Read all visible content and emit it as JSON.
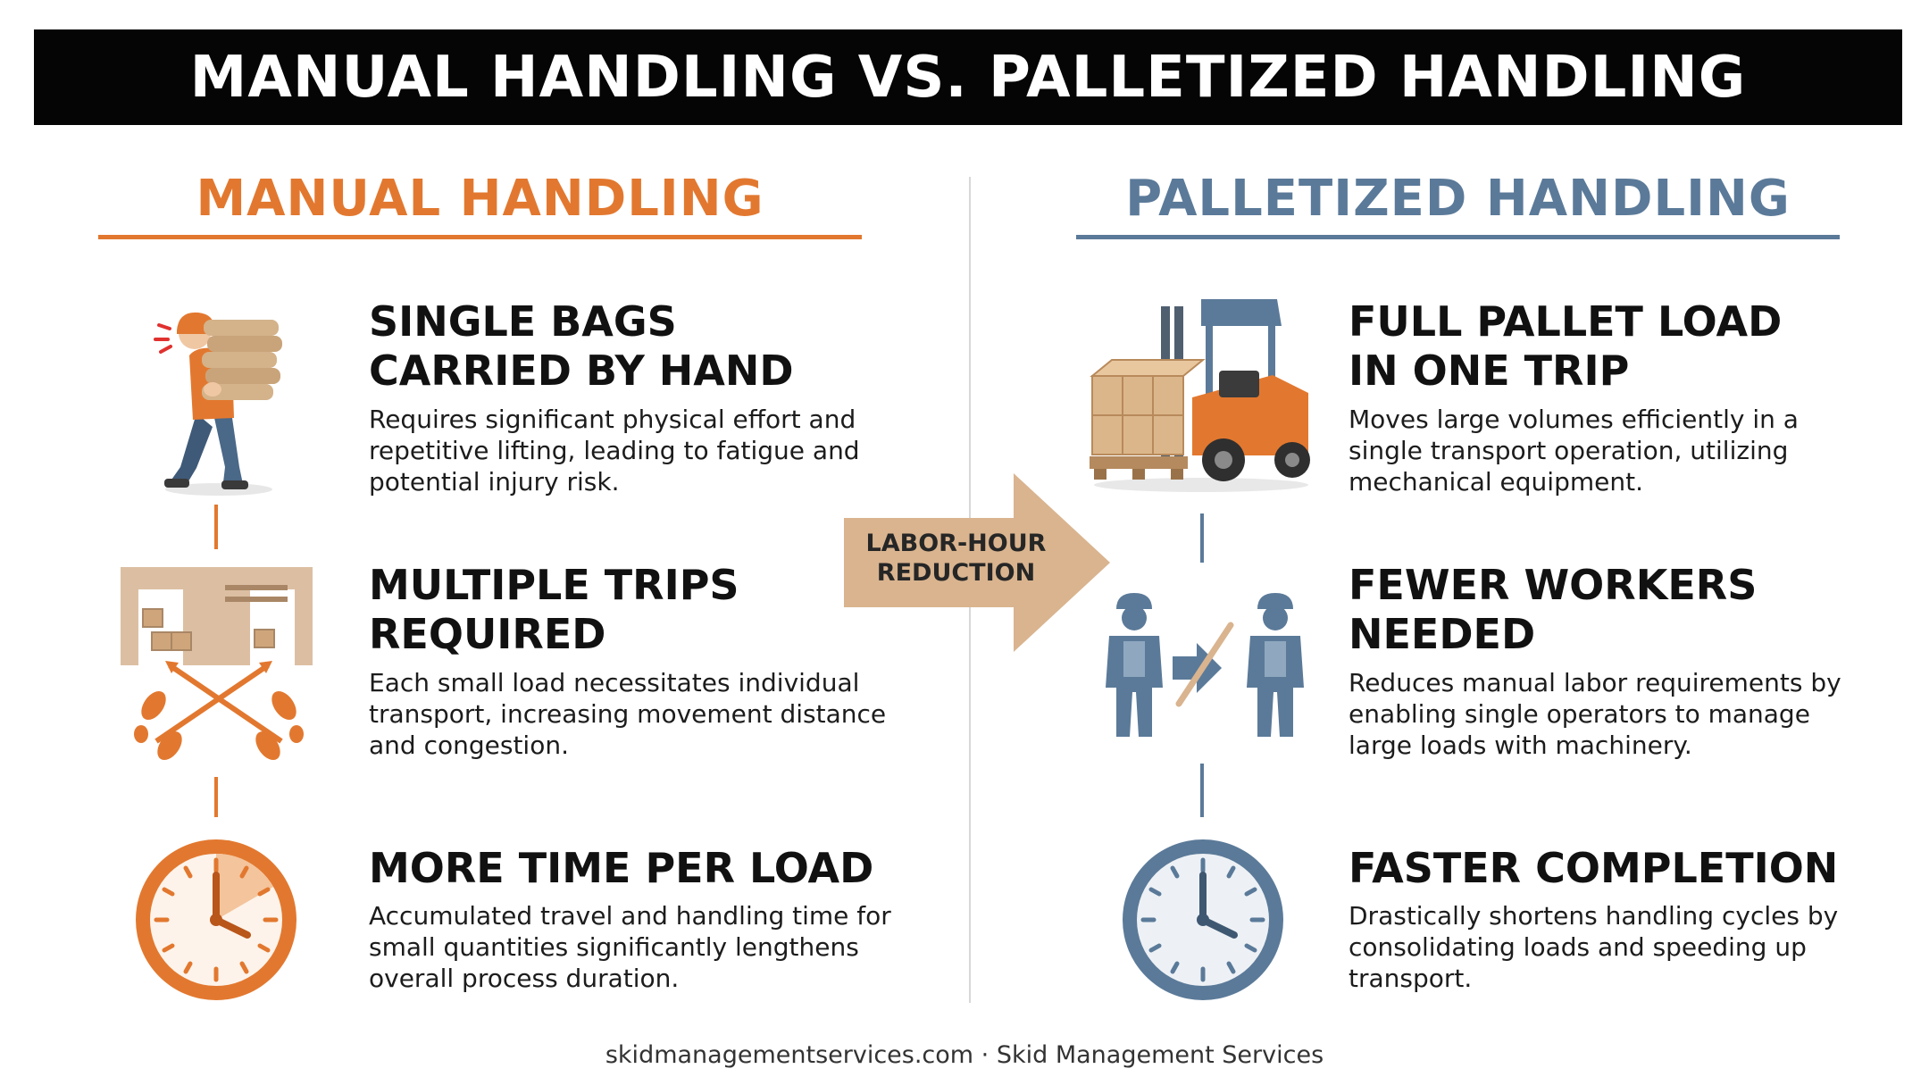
{
  "title": "MANUAL HANDLING VS. PALLETIZED HANDLING",
  "colors": {
    "manual": "#E2782F",
    "palletized": "#5B7A99",
    "arrow": "#D9B48F",
    "title_bg": "#050505"
  },
  "manual": {
    "heading": "MANUAL HANDLING",
    "items": [
      {
        "icon": "worker-carrying-bags-icon",
        "title": [
          "SINGLE BAGS",
          "CARRIED BY HAND"
        ],
        "desc": [
          "Requires significant physical effort and",
          "repetitive lifting, leading to fatigue and",
          "potential injury risk."
        ]
      },
      {
        "icon": "multiple-trips-route-icon",
        "title": [
          "MULTIPLE TRIPS",
          "REQUIRED"
        ],
        "desc": [
          "Each small load necessitates individual",
          "transport, increasing movement distance",
          "and congestion."
        ]
      },
      {
        "icon": "clock-icon",
        "title": [
          "MORE TIME PER LOAD"
        ],
        "desc": [
          "Accumulated travel and handling time for",
          "small quantities significantly lengthens",
          "overall process duration."
        ]
      }
    ]
  },
  "palletized": {
    "heading": "PALLETIZED HANDLING",
    "items": [
      {
        "icon": "forklift-pallet-icon",
        "title": [
          "FULL PALLET LOAD",
          "IN ONE TRIP"
        ],
        "desc": [
          "Moves large volumes efficiently in a",
          "single transport operation, utilizing",
          "mechanical equipment."
        ]
      },
      {
        "icon": "fewer-workers-icon",
        "title": [
          "FEWER WORKERS",
          "NEEDED"
        ],
        "desc": [
          "Reduces manual labor requirements by",
          "enabling single operators to manage",
          "large loads with machinery."
        ]
      },
      {
        "icon": "clock-icon",
        "title": [
          "FASTER COMPLETION"
        ],
        "desc": [
          "Drastically shortens handling cycles by",
          "consolidating loads and speeding up",
          "transport."
        ]
      }
    ]
  },
  "arrow": {
    "label": [
      "LABOR-HOUR",
      "REDUCTION"
    ]
  },
  "footer": "skidmanagementservices.com · Skid Management Services"
}
